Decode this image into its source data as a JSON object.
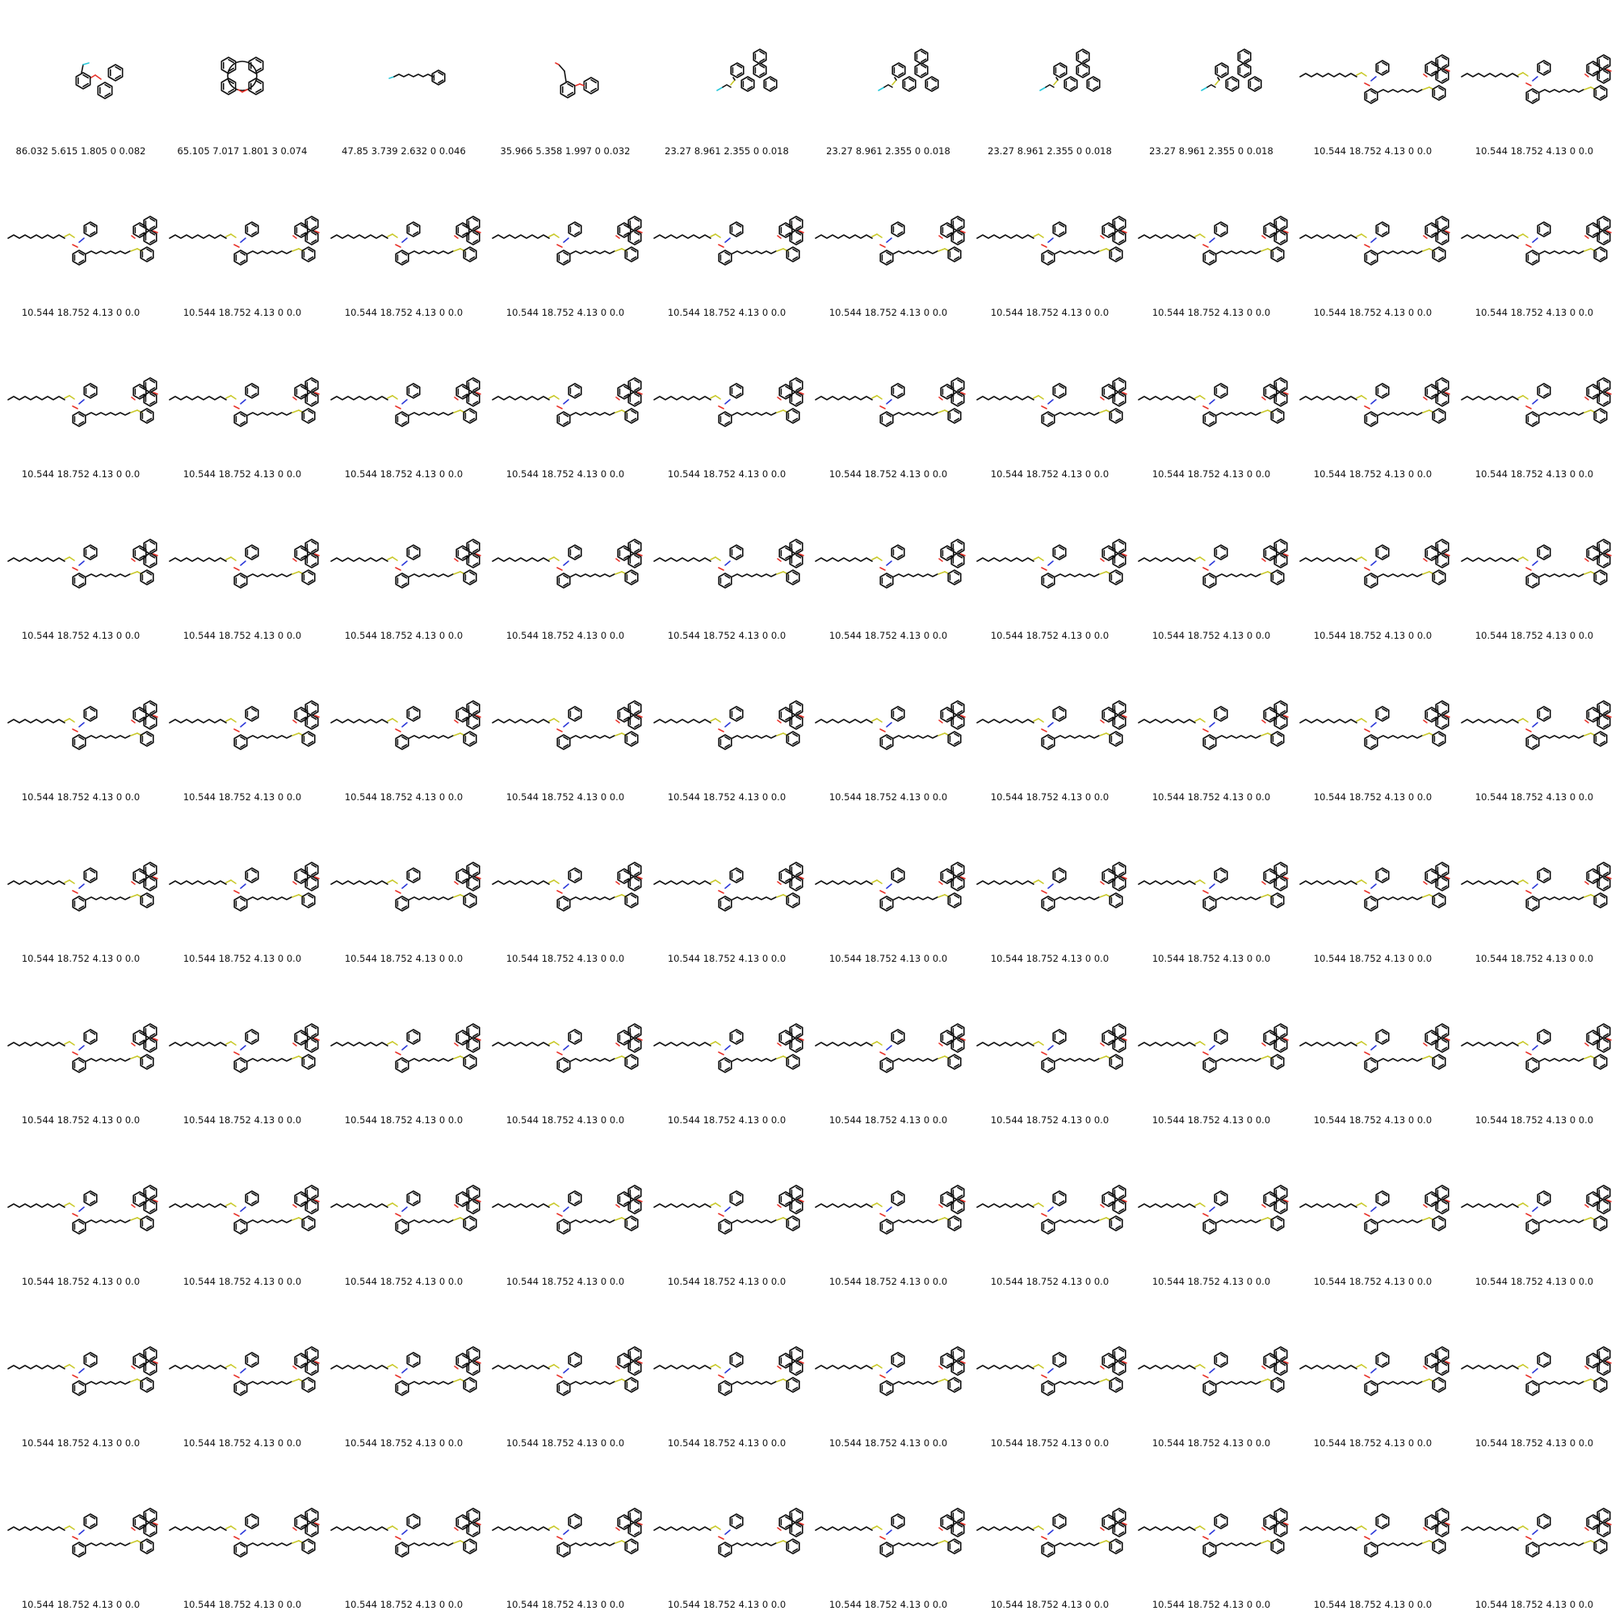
{
  "grid": {
    "columns": 10
  },
  "colors": {
    "carbon": "#111111",
    "oxygen": "#e8322a",
    "nitrogen": "#2b37d8",
    "sulfur": "#c9c92a",
    "fluorine": "#27c7d9"
  },
  "cells": [
    {
      "caption": "86.032 5.615 1.805 0 0.082",
      "molecule": "biphenyl-ether-fluoro"
    },
    {
      "caption": "65.105 7.017 1.801 3 0.074",
      "molecule": "macrocycle-ether"
    },
    {
      "caption": "47.85 3.739 2.632 0 0.046",
      "molecule": "fluoro-chain-phenyl"
    },
    {
      "caption": "35.966 5.358 1.997 0 0.032",
      "molecule": "biphenyl-ether-aldehyde"
    },
    {
      "caption": "23.27 8.961 2.355 0 0.018",
      "molecule": "terphenyl-thioether"
    },
    {
      "caption": "23.27 8.961 2.355 0 0.018",
      "molecule": "terphenyl-thioether"
    },
    {
      "caption": "23.27 8.961 2.355 0 0.018",
      "molecule": "terphenyl-thioether"
    },
    {
      "caption": "23.27 8.961 2.355 0 0.018",
      "molecule": "terphenyl-thioether"
    },
    {
      "caption": "10.544 18.752 4.13 0 0.0",
      "molecule": "large-polyaromatic"
    },
    {
      "caption": "10.544 18.752 4.13 0 0.0",
      "molecule": "large-polyaromatic"
    }
  ],
  "repeated_cell": {
    "caption": "10.544 18.752 4.13 0 0.0",
    "molecule": "large-polyaromatic",
    "count": 90
  }
}
